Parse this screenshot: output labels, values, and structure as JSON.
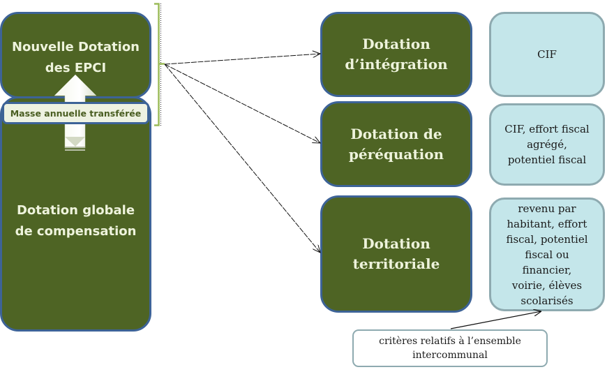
{
  "left_column": {
    "top_box": {
      "title": "Nouvelle Dotation\ndes EPCI"
    },
    "transfer_label": "Masse annuelle transférée",
    "bottom_box": {
      "title": "Dotation globale\nde compensation"
    }
  },
  "dotations": [
    {
      "title": "Dotation\nd’intégration",
      "criteria": "CIF"
    },
    {
      "title": "Dotation de\npéréquation",
      "criteria": "CIF, effort fiscal\nagrégé,\npotentiel fiscal"
    },
    {
      "title": "Dotation\nterritoriale",
      "criteria": "revenu par\nhabitant, effort\nfiscal, potentiel\nfiscal ou\nfinancier,\nvoirie, élèves\nscolarisés"
    }
  ],
  "footer_box": {
    "text": "critères relatifs à l’ensemble\nintercommunal"
  },
  "colors": {
    "dotation_fill": "#4e6424",
    "dotation_border": "#3d6397",
    "criteria_fill": "#c4e6ea",
    "criteria_border": "#8eaab0",
    "bracket": "#9bbb59"
  }
}
